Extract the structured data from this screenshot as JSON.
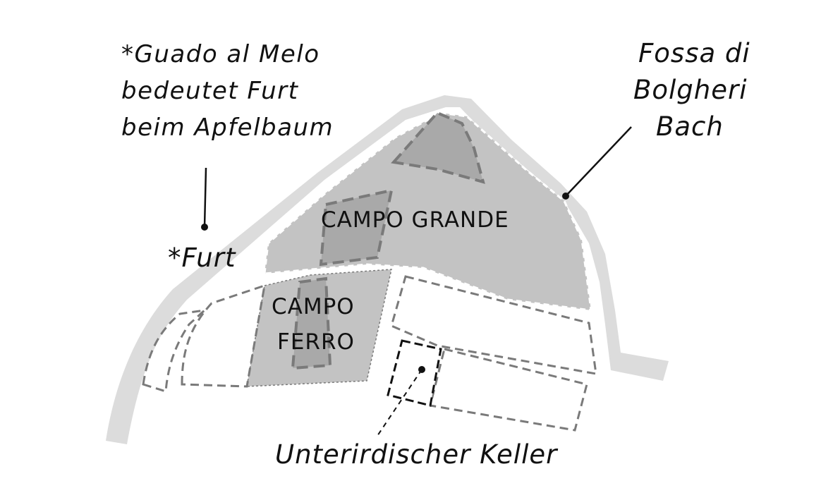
{
  "annotation": {
    "lines": [
      "*Guado al Melo",
      "bedeutet Furt",
      "beim Apfelbaum"
    ]
  },
  "labels": {
    "ford": "*Furt",
    "stream": [
      "Fossa di",
      "Bolgheri",
      "Bach"
    ],
    "cellar": "Unterirdischer Keller",
    "campo_grande": "CAMPO GRANDE",
    "campo_ferro": [
      "CAMPO",
      "FERRO"
    ]
  },
  "colors": {
    "stream": "#dcdcdc",
    "field_fill": "#c3c3c3",
    "field_fill_dark": "#a9a9a9",
    "dashed_outline": "#7a7a7a",
    "ink": "#111111"
  }
}
